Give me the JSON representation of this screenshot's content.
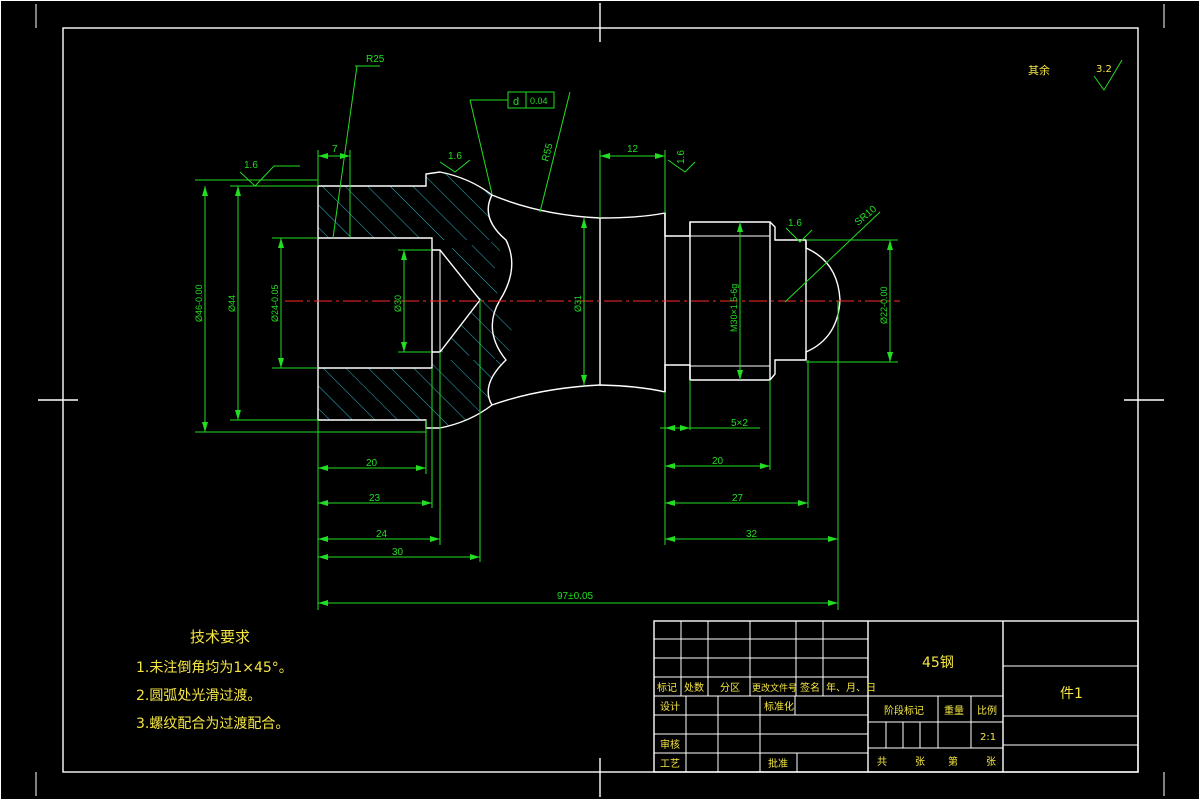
{
  "dimensions": {
    "r25": "R25",
    "tolerance_symbol": "d",
    "tolerance_value": "0.04",
    "r55": "R55",
    "d12": "12",
    "d7": "7",
    "rough_left": "1.6",
    "rough_shoulder": "1.6",
    "rough_top_right": "1.6",
    "rough_thread": "1.6",
    "sr10": "SR10",
    "dia46": "Ø46-0.00",
    "dia44": "Ø44",
    "dia24": "Ø24-0.05",
    "dia30": "Ø30",
    "dia31": "Ø31",
    "thread": "M30×1.5-6g",
    "dia22": "Ø22-0.00",
    "groove": "5×2",
    "d20_left": "20",
    "d23": "23",
    "d24": "24",
    "d30": "30",
    "d20_right": "20",
    "d27": "27",
    "d32": "32",
    "overall": "97±0.05",
    "rough_other_label": "其余",
    "rough_other_value": "3.2"
  },
  "notes": {
    "title": "技术要求",
    "items": [
      "1.未注倒角均为1×45°。",
      "2.圆弧处光滑过渡。",
      "3.螺纹配合为过渡配合。"
    ]
  },
  "title_block": {
    "material": "45钢",
    "part_name": "件1",
    "rev_headers": [
      "标记",
      "处数",
      "分区",
      "更改文件号",
      "签名",
      "年、月、日"
    ],
    "design": "设计",
    "standardize": "标准化",
    "stage_mark": "阶段标记",
    "weight": "重量",
    "scale_label": "比例",
    "scale_value": "2:1",
    "review": "审核",
    "process": "工艺",
    "approve": "批准",
    "sheets_total": "共",
    "sheets_unit1": "张",
    "sheet_no": "第",
    "sheets_unit2": "张"
  }
}
